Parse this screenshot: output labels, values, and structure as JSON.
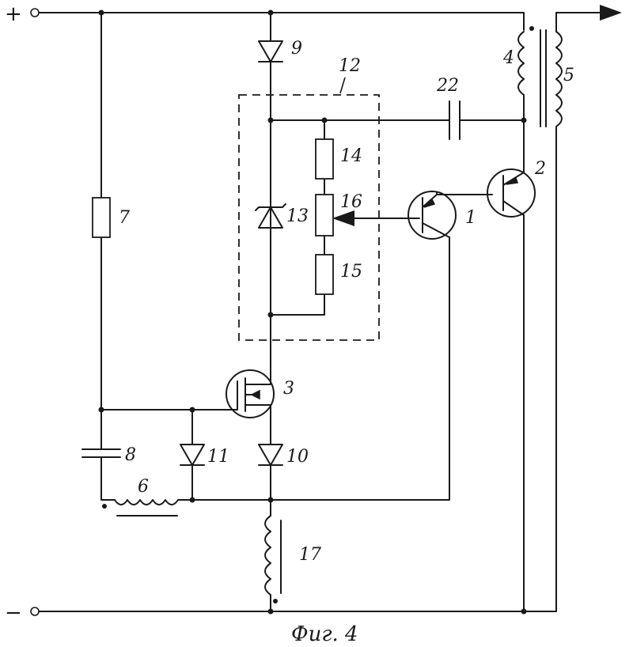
{
  "terminals": {
    "plus": "+",
    "minus": "−"
  },
  "labels": {
    "transistor_1": "1",
    "transistor_2": "2",
    "transistor_3": "3",
    "winding_4": "4",
    "winding_5": "5",
    "inductor_6": "6",
    "resistor_7": "7",
    "capacitor_8": "8",
    "diode_9": "9",
    "diode_10": "10",
    "diode_11": "11",
    "block_12": "12",
    "zener_13": "13",
    "resistor_14": "14",
    "resistor_15": "15",
    "potentiometer_16": "16",
    "inductor_17": "17",
    "capacitor_22": "22"
  },
  "caption": "Фиг. 4"
}
